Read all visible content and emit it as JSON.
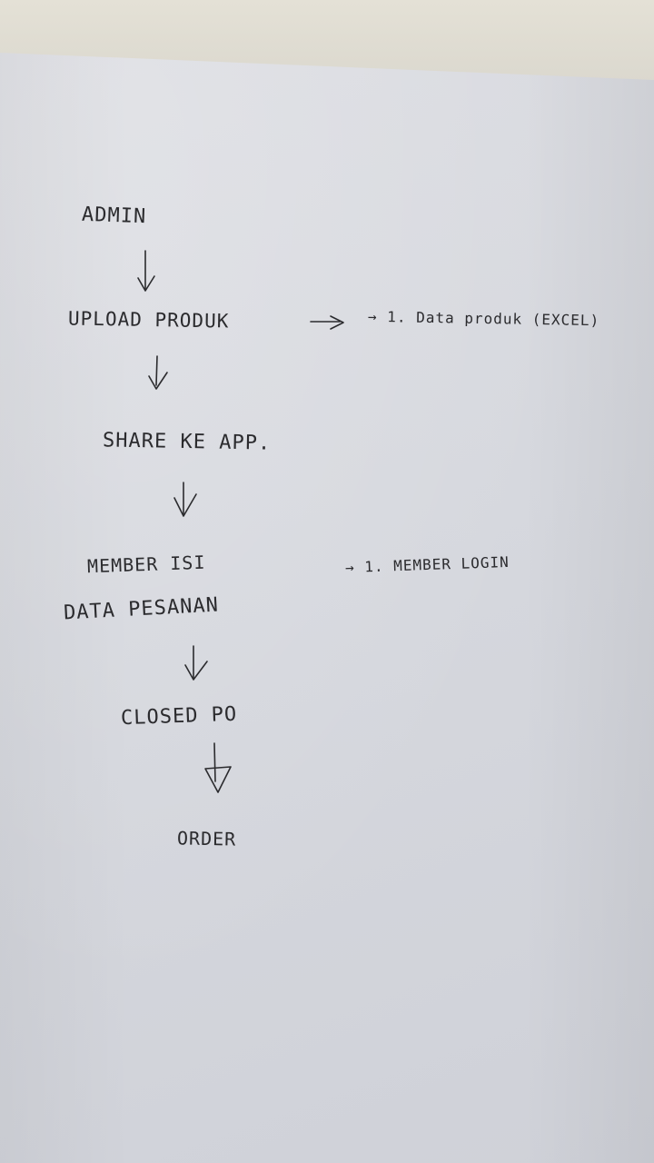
{
  "flow": {
    "step_admin": "ADMIN",
    "step_upload": "UPLOAD PRODUK",
    "note_upload": "→ 1. Data produk (EXCEL)",
    "step_share": "SHARE KE APP.",
    "step_member": "MEMBER ISI",
    "note_member": "→ 1. MEMBER LOGIN",
    "step_pesanan": "DATA PESANAN",
    "step_closed": "CLOSED PO",
    "step_order": "ORDER"
  },
  "colors": {
    "ink": "#2b2b2e",
    "paper": "#d6d8de"
  }
}
